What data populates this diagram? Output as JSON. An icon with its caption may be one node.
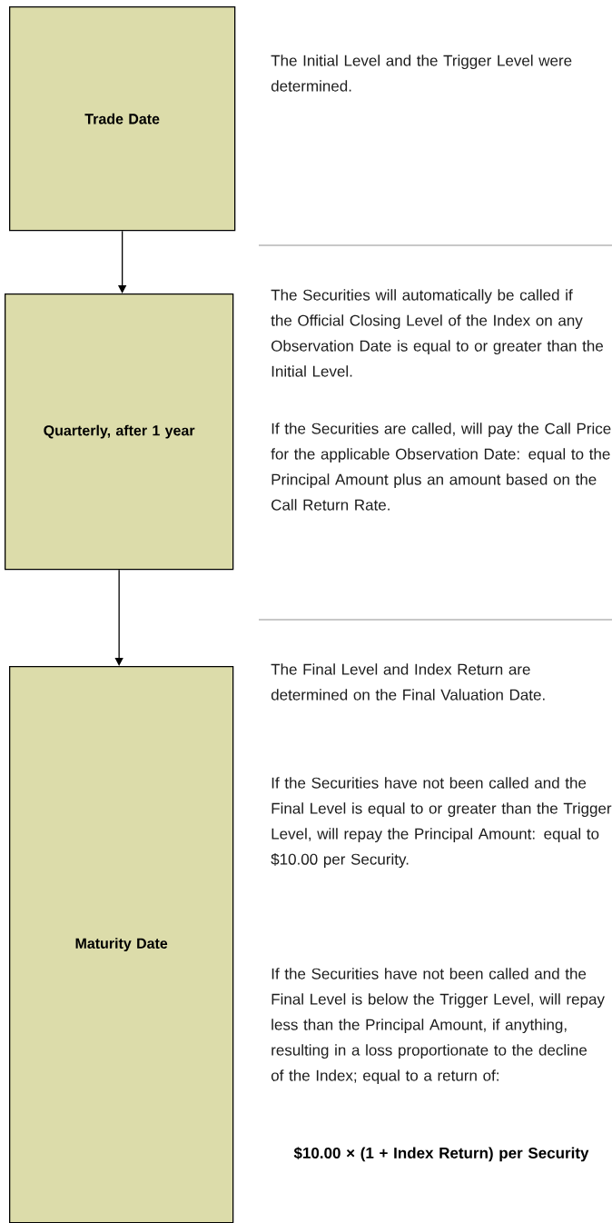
{
  "diagram": {
    "nodes": [
      {
        "text": [
          "Trade Date"
        ],
        "beside": [
          "The Initial Level and the Trigger Level were determined."
        ]
      },
      {
        "text": [
          "Quarterly, after 1 year"
        ],
        "beside": [
          "The Securities will automatically be called if the Official Closing Level of the Index on any Observation Date is equal to or greater than the Initial Level.",
          "If the Securities are called, will pay the Call Price for the applicable Observation Date: equal to the Principal Amount plus an amount based on the Call Return Rate."
        ]
      },
      {
        "text": [
          "Maturity Date"
        ],
        "beside": [
          "The Final Level and Index Return are determined on the Final Valuation Date.",
          "If the Securities have not been called and the Final Level is equal to or greater than the Trigger Level, will repay the Principal Amount: equal to $10.00 per Security.",
          "If the Securities have not been called and the Final Level is below the Trigger Level, will repay less than the Principal Amount, if anything, resulting in a loss proportionate to the decline of the Index; equal to a return of:",
          "$10.00 × (1 + Index Return) per Security"
        ]
      }
    ],
    "edges": [
      {
        "from": 0,
        "to": 1,
        "arrow": "to"
      },
      {
        "from": 1,
        "to": 2,
        "arrow": "to"
      }
    ]
  }
}
